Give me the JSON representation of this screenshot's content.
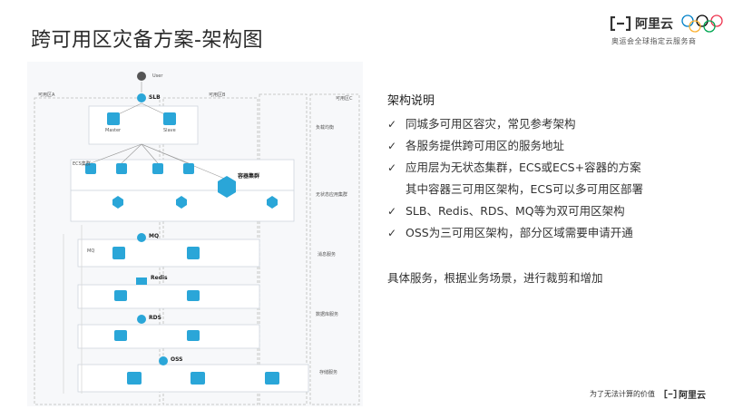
{
  "slide": {
    "title": "跨可用区灾备方案-架构图"
  },
  "brand": {
    "name": "阿里云",
    "tagline": "奥运会全球指定云服务商",
    "slogan": "为了无法计算的价值",
    "color": "#333333"
  },
  "diagram": {
    "accent_color": "#2aa6d8",
    "user_label": "User",
    "slb_label": "SLB",
    "zone_a_label": "可用区A",
    "zone_b_label": "可用区B",
    "region_label": "可用区C",
    "master_label": "Master",
    "slave_label": "Slave",
    "ecs_group_label": "ECS集群",
    "container_label": "容器集群",
    "mq_label": "MQ",
    "mq_box_label": "MQ",
    "redis_label": "Redis",
    "rds_label": "RDS",
    "oss_label": "OSS",
    "side_labels": [
      "负载均衡",
      "无状态应用集群",
      "消息服务",
      "数据库服务",
      "存储服务"
    ]
  },
  "notes": {
    "heading": "架构说明",
    "items": [
      {
        "text": "同城多可用区容灾，常见参考架构"
      },
      {
        "text": "各服务提供跨可用区的服务地址"
      },
      {
        "text": "应用层为无状态集群，ECS或ECS+容器的方案",
        "continuation": "其中容器三可用区架构，ECS可以多可用区部署"
      },
      {
        "text": "SLB、Redis、RDS、MQ等为双可用区架构"
      },
      {
        "text": "OSS为三可用区架构，部分区域需要申请开通"
      }
    ],
    "check_glyph": "✓",
    "summary": "具体服务，根据业务场景，进行裁剪和增加"
  }
}
